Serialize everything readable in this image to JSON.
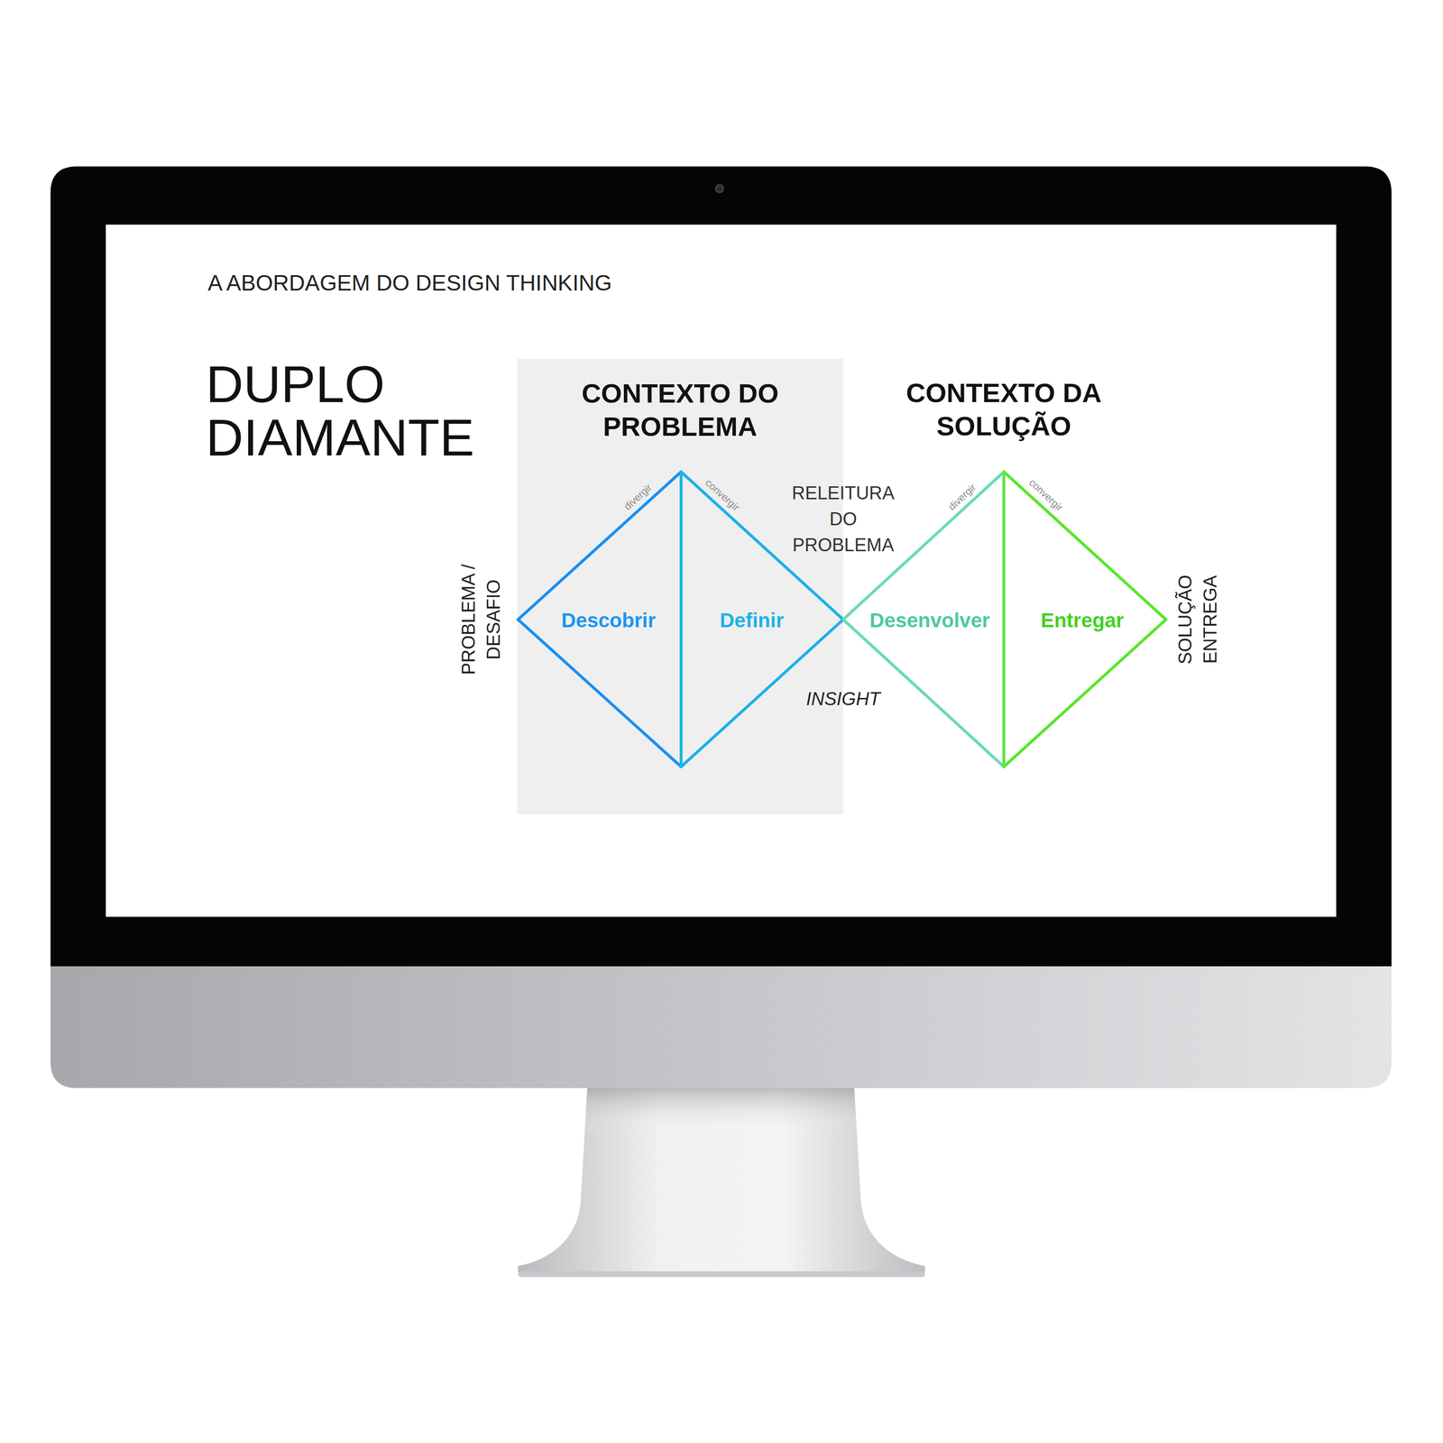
{
  "diagram": {
    "title": "DUPLO DIAMANTE",
    "nodes": [
      {
        "text": [
          "CONTEXTO DO PROBLEMA"
        ]
      },
      {
        "text": [
          "Descobrir"
        ],
        "in": 0
      },
      {
        "text": [
          "Definir"
        ],
        "in": 0
      },
      {
        "text": [
          "Desenvolver"
        ]
      },
      {
        "text": [
          "Entregar"
        ]
      }
    ],
    "labels": [
      "A ABORDAGEM DO DESIGN THINKING",
      "CONTEXTO DA SOLUÇÃO",
      "divergir",
      "convergir",
      "RELEITURA DO PROBLEMA",
      "divergir",
      "convergir",
      "PROBLEMA / DESAFIO",
      "INSIGHT",
      "SOLUÇÃO ENTREGA"
    ]
  }
}
